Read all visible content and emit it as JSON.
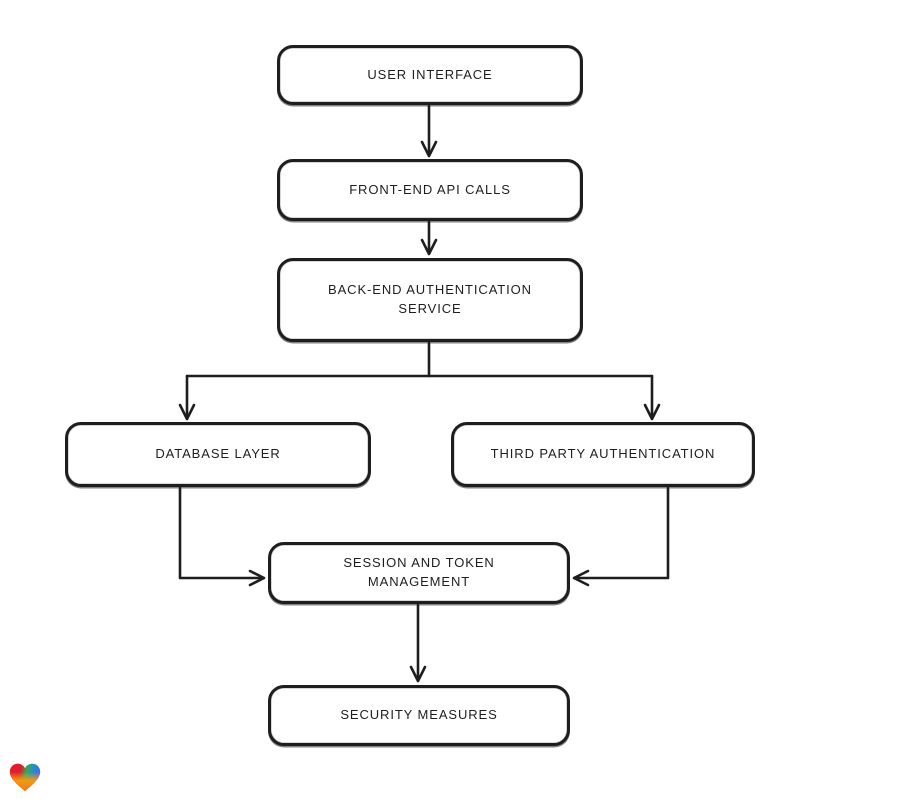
{
  "diagram": {
    "title": "Authentication system flowchart",
    "background_color": "#ffffff",
    "stroke_color": "#1e1e1e",
    "node_fill_color": "#ffffff",
    "nodes": [
      {
        "id": "user-interface",
        "label": "USER INTERFACE",
        "lines": [
          "USER INTERFACE"
        ]
      },
      {
        "id": "front-end-api-calls",
        "label": "FRONT-END API CALLS",
        "lines": [
          "FRONT-END API CALLS"
        ]
      },
      {
        "id": "back-end-auth-service",
        "label": "BACK-END AUTHENTICATION SERVICE",
        "lines": [
          "BACK-END AUTHENTICATION",
          "SERVICE"
        ]
      },
      {
        "id": "database-layer",
        "label": "DATABASE LAYER",
        "lines": [
          "DATABASE LAYER"
        ]
      },
      {
        "id": "third-party-auth",
        "label": "THIRD PARTY AUTHENTICATION",
        "lines": [
          "THIRD PARTY AUTHENTICATION"
        ]
      },
      {
        "id": "session-token-mgmt",
        "label": "SESSION AND TOKEN MANAGEMENT",
        "lines": [
          "SESSION AND TOKEN",
          "MANAGEMENT"
        ]
      },
      {
        "id": "security-measures",
        "label": "SECURITY MEASURES",
        "lines": [
          "SECURITY MEASURES"
        ]
      }
    ],
    "edges": [
      {
        "from": "user-interface",
        "to": "front-end-api-calls"
      },
      {
        "from": "front-end-api-calls",
        "to": "back-end-auth-service"
      },
      {
        "from": "back-end-auth-service",
        "to": "database-layer"
      },
      {
        "from": "back-end-auth-service",
        "to": "third-party-auth"
      },
      {
        "from": "database-layer",
        "to": "session-token-mgmt"
      },
      {
        "from": "third-party-auth",
        "to": "session-token-mgmt"
      },
      {
        "from": "session-token-mgmt",
        "to": "security-measures"
      }
    ]
  },
  "logo": {
    "name": "gradient-heart-logo",
    "colors": [
      "#e11d2e",
      "#35a854",
      "#2196b8",
      "#3f6ff0",
      "#f59e0b",
      "#f97316"
    ]
  }
}
